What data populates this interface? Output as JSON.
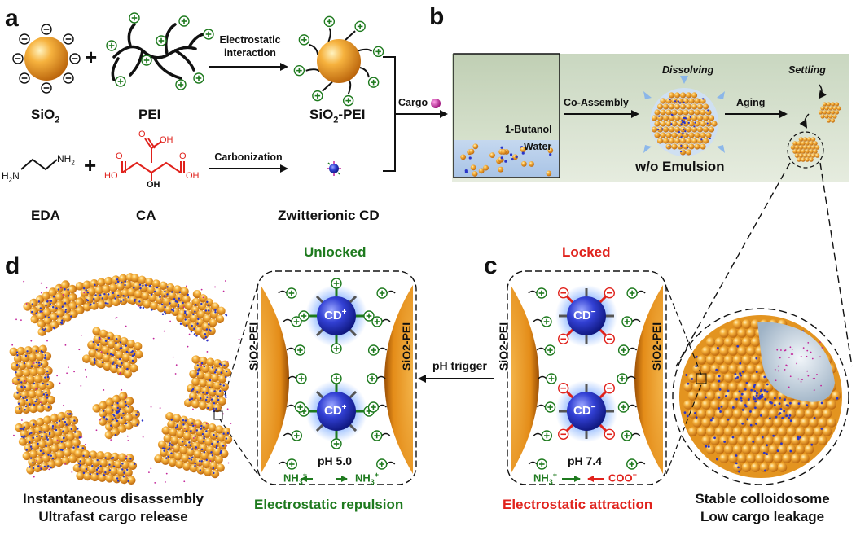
{
  "panels": {
    "a": "a",
    "b": "b",
    "c": "c",
    "d": "d"
  },
  "panel_a": {
    "sio2": "SiO",
    "sio2_sub": "2",
    "pei": "PEI",
    "electrostatic_1": "Electrostatic",
    "electrostatic_2": "interaction",
    "sio2_pei_a": "SiO",
    "sio2_pei_sub": "2",
    "sio2_pei_b": "-PEI",
    "carbonization": "Carbonization",
    "eda": "EDA",
    "ca": "CA",
    "zwitterionic_cd": "Zwitterionic CD",
    "cargo": "Cargo",
    "plus": "+",
    "h2n": "H",
    "h2n_sub": "2",
    "h2n_n": "N",
    "nh2_n": "NH",
    "nh2_sub": "2",
    "o": "O",
    "ho": "HO",
    "oh": "OH"
  },
  "panel_b": {
    "butanol": "1-Butanol",
    "water": "Water",
    "co_assembly": "Co-Assembly",
    "dissolving": "Dissolving",
    "aging": "Aging",
    "settling": "Settling",
    "wo_emulsion": "w/o Emulsion"
  },
  "panel_c": {
    "state": "Locked",
    "sio2_pei": "SiO2-PEI",
    "cd_label": "CD",
    "cd_charge": "−",
    "ph": "pH 7.4",
    "nh3": "NH",
    "nh3_sub": "3",
    "nh3_sup": "+",
    "coo": "COO",
    "coo_sup": "−",
    "caption": "Electrostatic attraction",
    "stable_1": "Stable colloidosome",
    "stable_2": "Low cargo leakage"
  },
  "panel_d": {
    "state": "Unlocked",
    "sio2_pei": "SiO2-PEI",
    "cd_label": "CD",
    "cd_charge": "+",
    "ph": "pH 5.0",
    "nh3": "NH",
    "nh3_sub": "3",
    "nh3_sup": "+",
    "caption": "Electrostatic repulsion",
    "disassembly_1": "Instantaneous disassembly",
    "disassembly_2": "Ultrafast cargo release"
  },
  "ph_trigger": "pH trigger",
  "colors": {
    "orange": "#f0a030",
    "green": "#1e7a1e",
    "red": "#e0221c",
    "blue": "#2a35c8",
    "magenta": "#c2249a"
  }
}
